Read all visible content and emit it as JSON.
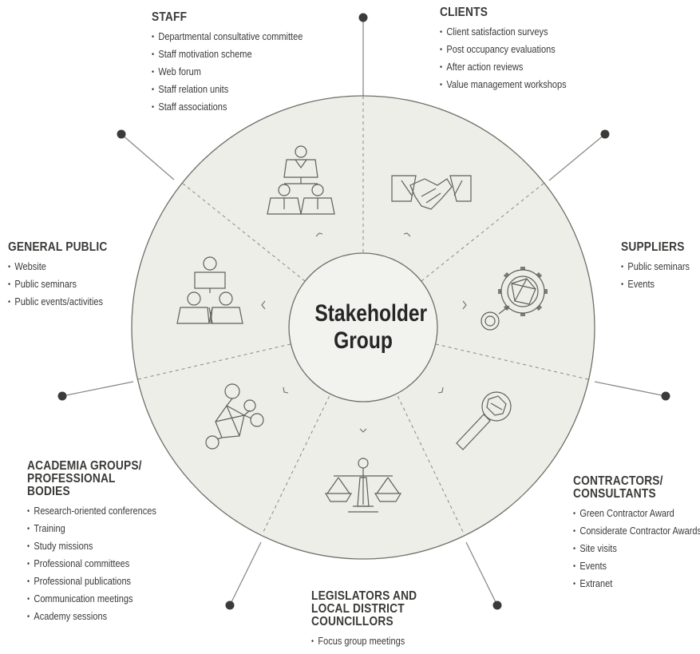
{
  "center": {
    "line1": "Stakeholder",
    "line2": "Group"
  },
  "groups": {
    "staff": {
      "title": [
        "STAFF"
      ],
      "items": [
        "Departmental consultative committee",
        "Staff motivation scheme",
        "Web forum",
        "Staff relation units",
        "Staff associations"
      ]
    },
    "clients": {
      "title": [
        "CLIENTS"
      ],
      "items": [
        "Client satisfaction surveys",
        "Post occupancy evaluations",
        "After action reviews",
        "Value management workshops"
      ]
    },
    "suppliers": {
      "title": [
        "SUPPLIERS"
      ],
      "items": [
        "Public seminars",
        "Events"
      ]
    },
    "contractors": {
      "title": [
        "CONTRACTORS/",
        "CONSULTANTS"
      ],
      "items": [
        "Green Contractor Award",
        "Considerate Contractor Awards",
        "Site visits",
        "Events",
        "Extranet"
      ]
    },
    "legislators": {
      "title": [
        "LEGISLATORS AND",
        "LOCAL DISTRICT",
        "COUNCILLORS"
      ],
      "items": [
        "Focus group meetings"
      ]
    },
    "academia": {
      "title": [
        "ACADEMIA GROUPS/",
        "PROFESSIONAL",
        "BODIES"
      ],
      "items": [
        "Research-oriented conferences",
        "Training",
        "Study missions",
        "Professional committees",
        "Professional publications",
        "Communication meetings",
        "Academy sessions"
      ]
    },
    "public": {
      "title": [
        "GENERAL PUBLIC"
      ],
      "items": [
        "Website",
        "Public seminars",
        "Public events/activities"
      ]
    }
  },
  "icons": [
    "staff-hierarchy-icon",
    "handshake-icon",
    "gear-icon",
    "wrench-icon",
    "scales-icon",
    "molecule-icon",
    "people-hierarchy-icon"
  ],
  "colors": {
    "disc_fill": "#eeeee9",
    "stroke": "#6f6f6a",
    "line": "#8a8a85",
    "dot": "#3b3b39",
    "text": "#3a3a38"
  }
}
